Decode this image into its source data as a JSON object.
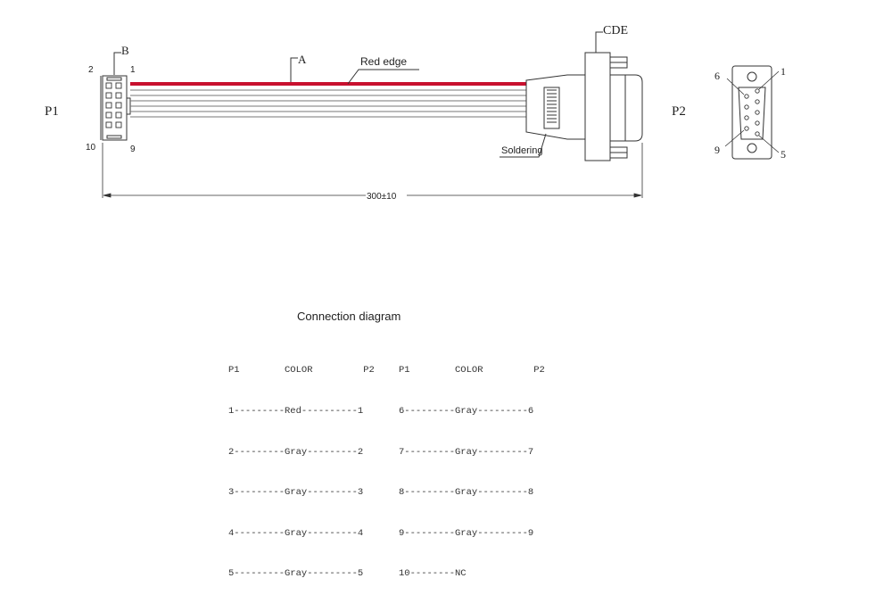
{
  "diagram": {
    "p1_label": "P1",
    "p2_label": "P2",
    "label_a": "A",
    "label_b": "B",
    "label_cde": "CDE",
    "red_edge": "Red edge",
    "soldering": "Soldering",
    "length": "300±10",
    "p1_pins": {
      "top_left": "2",
      "top_right": "1",
      "bottom_left": "10",
      "bottom_right": "9"
    },
    "p2_pins": {
      "top_left": "6",
      "top_right": "1",
      "bottom_left": "9",
      "bottom_right": "5"
    }
  },
  "connection": {
    "title": "Connection diagram",
    "left_rows": [
      "P1        COLOR         P2",
      "1---------Red----------1",
      "2---------Gray---------2",
      "3---------Gray---------3",
      "4---------Gray---------4",
      "5---------Gray---------5"
    ],
    "right_rows": [
      "P1        COLOR         P2",
      "6---------Gray---------6",
      "7---------Gray---------7",
      "8---------Gray---------8",
      "9---------Gray---------9",
      "10--------NC"
    ]
  }
}
